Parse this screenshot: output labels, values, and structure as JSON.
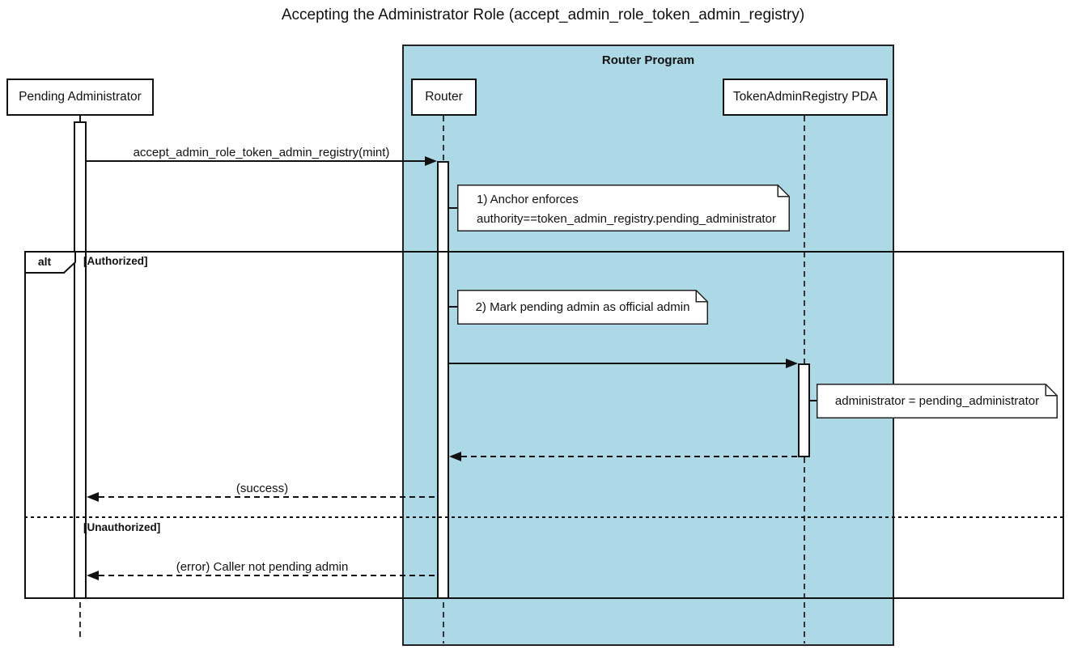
{
  "title": "Accepting the Administrator Role (accept_admin_role_token_admin_registry)",
  "group": {
    "label": "Router Program",
    "fill": "#ADD8E6"
  },
  "participants": [
    {
      "id": "pending-administrator",
      "label": "Pending Administrator"
    },
    {
      "id": "router",
      "label": "Router"
    },
    {
      "id": "token-admin-registry-pda",
      "label": "TokenAdminRegistry PDA"
    }
  ],
  "messages": [
    {
      "from": "Pending Administrator",
      "to": "Router",
      "style": "solid",
      "label": "accept_admin_role_token_admin_registry(mint)"
    },
    {
      "from": "Router",
      "to": "TokenAdminRegistry PDA",
      "style": "solid",
      "label": ""
    },
    {
      "from": "TokenAdminRegistry PDA",
      "to": "Router",
      "style": "dashed-return",
      "label": ""
    },
    {
      "from": "Router",
      "to": "Pending Administrator",
      "style": "dashed-return",
      "label": "(success)"
    },
    {
      "from": "Router",
      "to": "Pending Administrator",
      "style": "dashed-return",
      "label": "(error) Caller not pending admin"
    }
  ],
  "notes": [
    {
      "attached_to": "Router",
      "lines": [
        "1) Anchor enforces",
        "authority==token_admin_registry.pending_administrator"
      ]
    },
    {
      "attached_to": "Router",
      "lines": [
        "2) Mark pending admin as official admin"
      ]
    },
    {
      "attached_to": "TokenAdminRegistry PDA",
      "lines": [
        "administrator = pending_administrator"
      ]
    }
  ],
  "alt": {
    "operator": "alt",
    "sections": [
      {
        "guard": "[Authorized]"
      },
      {
        "guard": "[Unauthorized]"
      }
    ]
  }
}
